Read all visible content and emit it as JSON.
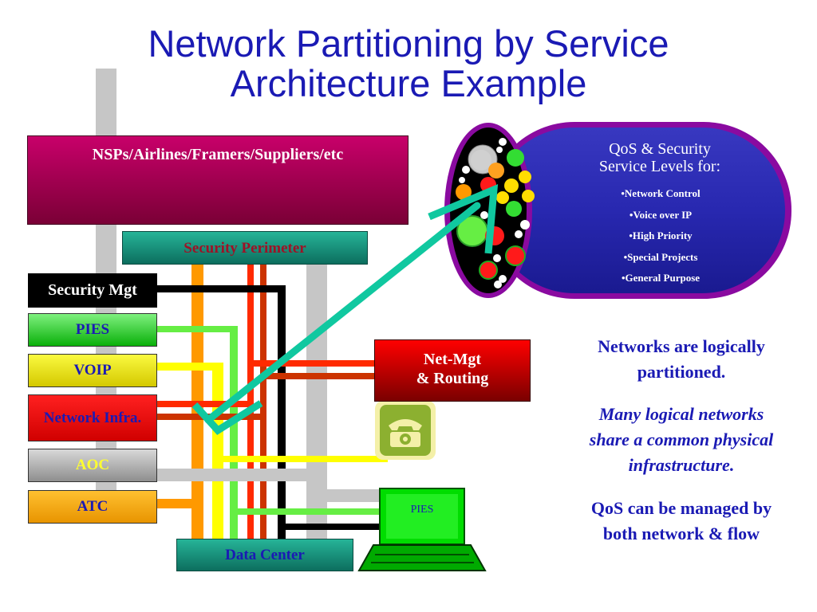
{
  "title": {
    "line1": "Network Partitioning by Service",
    "line2": "Architecture Example"
  },
  "boxes": {
    "nsp": "NSPs/Airlines/Framers/Suppliers/etc",
    "security_perimeter": "Security Perimeter",
    "security_mgt": "Security Mgt",
    "pies": "PIES",
    "voip": "VOIP",
    "network_infra": "Network Infra.",
    "aoc": "AOC",
    "atc": "ATC",
    "net_mgt_line1": "Net-Mgt",
    "net_mgt_line2": "& Routing",
    "data_center": "Data Center",
    "pies_terminal": "PIES"
  },
  "qos": {
    "heading_line1": "QoS & Security",
    "heading_line2": "Service Levels for:",
    "items": [
      "Network Control",
      "Voice over IP",
      "High Priority",
      "Special Projects",
      "General Purpose"
    ]
  },
  "notes": {
    "p1_line1": "Networks are logically",
    "p1_line2": "partitioned.",
    "p2_line1": "Many logical networks",
    "p2_line2": "share a common physical",
    "p2_line3": "infrastructure.",
    "p3_line1": "QoS can be managed by",
    "p3_line2": "both network & flow"
  },
  "icons": {
    "laptops": [
      "laptop-icon-green",
      "laptop-icon-yellow",
      "laptop-icon-cyan",
      "laptop-icon-magenta",
      "laptop-icon-gray"
    ],
    "phone": "telephone-icon",
    "terminal": "computer-terminal-icon"
  },
  "colors": {
    "title": "#1a1ab4",
    "nsp_bg": "#a80052",
    "perimeter_bg": "#1a9a84",
    "pies_line": "#66ee44",
    "voip_line": "#ffff00",
    "infra_line": "#ff2a00",
    "aoc_line": "#c8c8c8",
    "atc_line": "#ff9900",
    "secmgt_line": "#000000",
    "pipe": "#2a2aa8",
    "pipe_rim": "#8a0aa0",
    "arrow": "#10c8a0"
  }
}
